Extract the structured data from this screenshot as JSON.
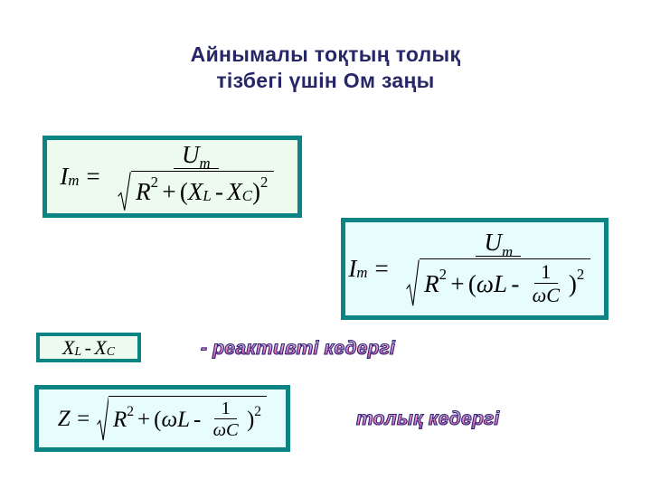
{
  "slide": {
    "background_color": "#ffffff",
    "title": {
      "line1": "Айнымалы тоқтың толық",
      "line2": "тізбегі үшін Ом заңы",
      "color": "#272768"
    },
    "box_border_color": "#0d8484",
    "box_fill_color_1": "#edfbee",
    "box_fill_color_2": "#e7fcfc",
    "wordart_stroke_color": "#2a2a7a",
    "wordart_fill_color": "#e574b8"
  },
  "formula1": {
    "name": "ohms-law-peak-current-reactances",
    "lhs": "I",
    "lhs_sub": "m",
    "equals": "=",
    "numerator": "U",
    "numerator_sub": "m",
    "denom_r": "R",
    "denom_r_exp": "2",
    "denom_plus": "+",
    "denom_open": "(",
    "denom_xl": "X",
    "denom_xl_sub": "L",
    "denom_minus": "-",
    "denom_xc": "X",
    "denom_xc_sub": "C",
    "denom_close": ")",
    "denom_close_exp": "2",
    "plain": "I_m = U_m / sqrt(R^2 + (X_L - X_C)^2)"
  },
  "formula2": {
    "name": "ohms-law-peak-current-omega",
    "lhs": "I",
    "lhs_sub": "m",
    "equals": "=",
    "numerator": "U",
    "numerator_sub": "m",
    "denom_r": "R",
    "denom_r_exp": "2",
    "denom_plus": "+",
    "denom_open": "(",
    "denom_omega": "ω",
    "denom_l": "L",
    "denom_minus": "-",
    "frac_num": "1",
    "frac_den_omega": "ω",
    "frac_den_c": "C",
    "denom_close": ")",
    "denom_close_exp": "2",
    "plain": "I_m = U_m / sqrt(R^2 + (wL - 1/(wC))^2)"
  },
  "formula3": {
    "name": "reactance-difference",
    "xl": "X",
    "xl_sub": "L",
    "minus": "-",
    "xc": "X",
    "xc_sub": "C",
    "plain": "X_L - X_C"
  },
  "formula4": {
    "name": "total-impedance",
    "lhs": "Z",
    "equals": "=",
    "r": "R",
    "r_exp": "2",
    "plus": "+",
    "open": "(",
    "omega": "ω",
    "l": "L",
    "minus": "-",
    "frac_num": "1",
    "frac_den_omega": "ω",
    "frac_den_c": "C",
    "close": ")",
    "close_exp": "2",
    "plain": "Z = sqrt(R^2 + (wL - 1/(wC))^2)"
  },
  "labels": {
    "reactive": "- реактивті кедергі",
    "total": "толық кедергі"
  }
}
